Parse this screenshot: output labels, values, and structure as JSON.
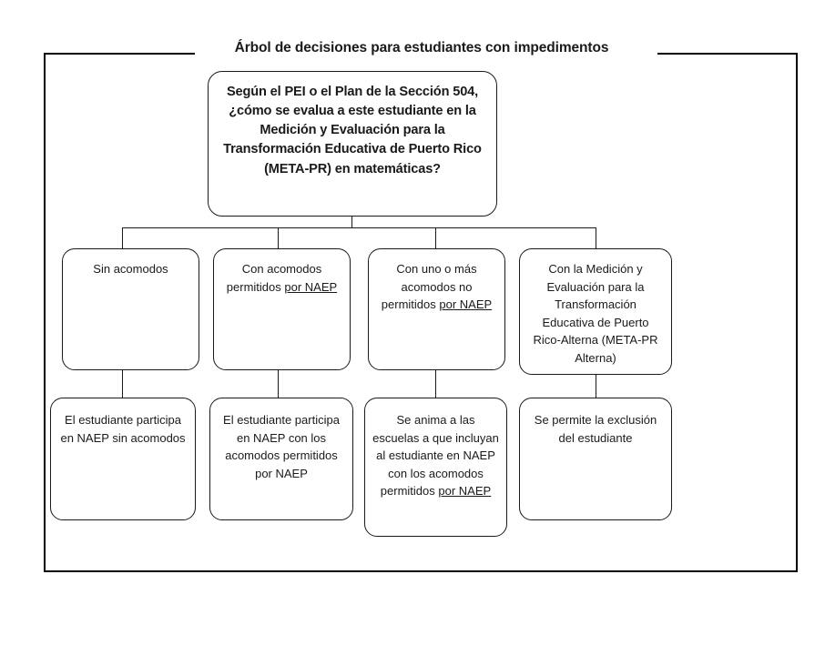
{
  "diagram": {
    "title": "Árbol de decisiones para estudiantes con impedimentos",
    "type": "decision-tree",
    "language": "es",
    "colors": {
      "stroke": "#1a1a1a",
      "background": "#ffffff",
      "text": "#1a1a1a"
    },
    "root": {
      "id": "root",
      "text": "Según el PEI o el Plan de la Sección 504, ¿cómo se evalua a este estudiante en la Medición y Evaluación para la Transformación Educativa de Puerto Rico (META-PR) en matemáticas?",
      "bold": true
    },
    "decisions": [
      {
        "id": "d1",
        "text": "Sin acomodos",
        "underlined_fragment": ""
      },
      {
        "id": "d2",
        "text": "Con acomodos permitidos ",
        "underlined_fragment": "por NAEP"
      },
      {
        "id": "d3",
        "text": "Con uno o más acomodos no permitidos ",
        "underlined_fragment": "por NAEP"
      },
      {
        "id": "d4",
        "text": "Con la Medición y Evaluación para la Transformación Educativa de Puerto Rico-Alterna (META-PR Alterna)",
        "underlined_fragment": ""
      }
    ],
    "outcomes": [
      {
        "id": "o1",
        "text": "El estudiante participa en NAEP sin acomodos",
        "underlined_fragment": ""
      },
      {
        "id": "o2",
        "text": "El estudiante participa en NAEP con los acomodos permitidos por NAEP",
        "underlined_fragment": ""
      },
      {
        "id": "o3",
        "text": "Se anima a las escuelas a que incluyan al estudiante en NAEP con los acomodos permitidos ",
        "underlined_fragment": "por NAEP"
      },
      {
        "id": "o4",
        "text": "Se permite la exclusión del estudiante",
        "underlined_fragment": ""
      }
    ]
  }
}
